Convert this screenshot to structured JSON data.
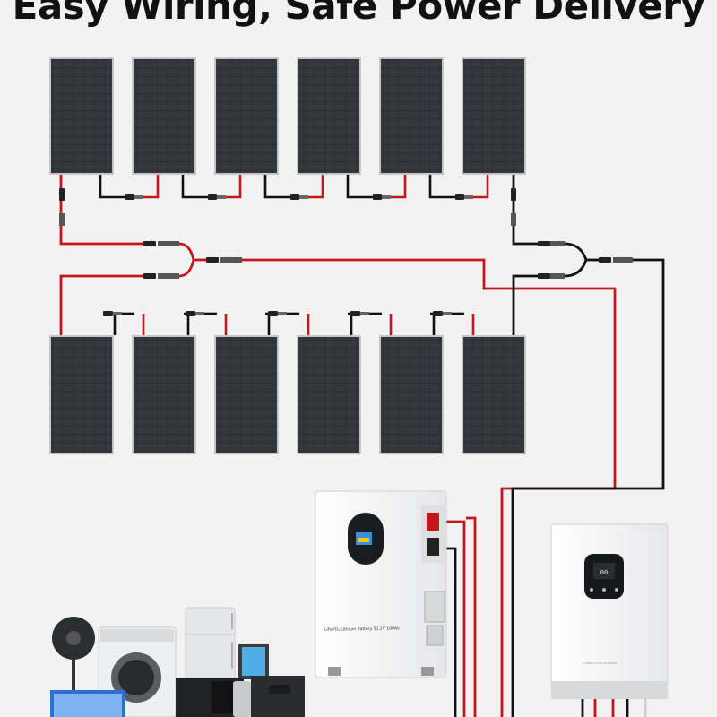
{
  "header": {
    "title": "Easy Wiring, Safe Power Delivery"
  },
  "battery": {
    "label": "LiFePO₄ Lithium Battery 51.2V 100Ah"
  },
  "inverter": {
    "label": "HYBRID SOLAR INVERTER"
  },
  "colors": {
    "background": "#f2f2f2",
    "positive_wire": "#c4161c",
    "negative_wire": "#111111",
    "panel_cell": "#2a2d31",
    "panel_frame": "#b9bcbf"
  },
  "icons": [
    "solar-panel-icon",
    "mc4-connector-icon",
    "branch-connector-icon",
    "battery-icon",
    "inverter-icon",
    "appliance-icon"
  ]
}
